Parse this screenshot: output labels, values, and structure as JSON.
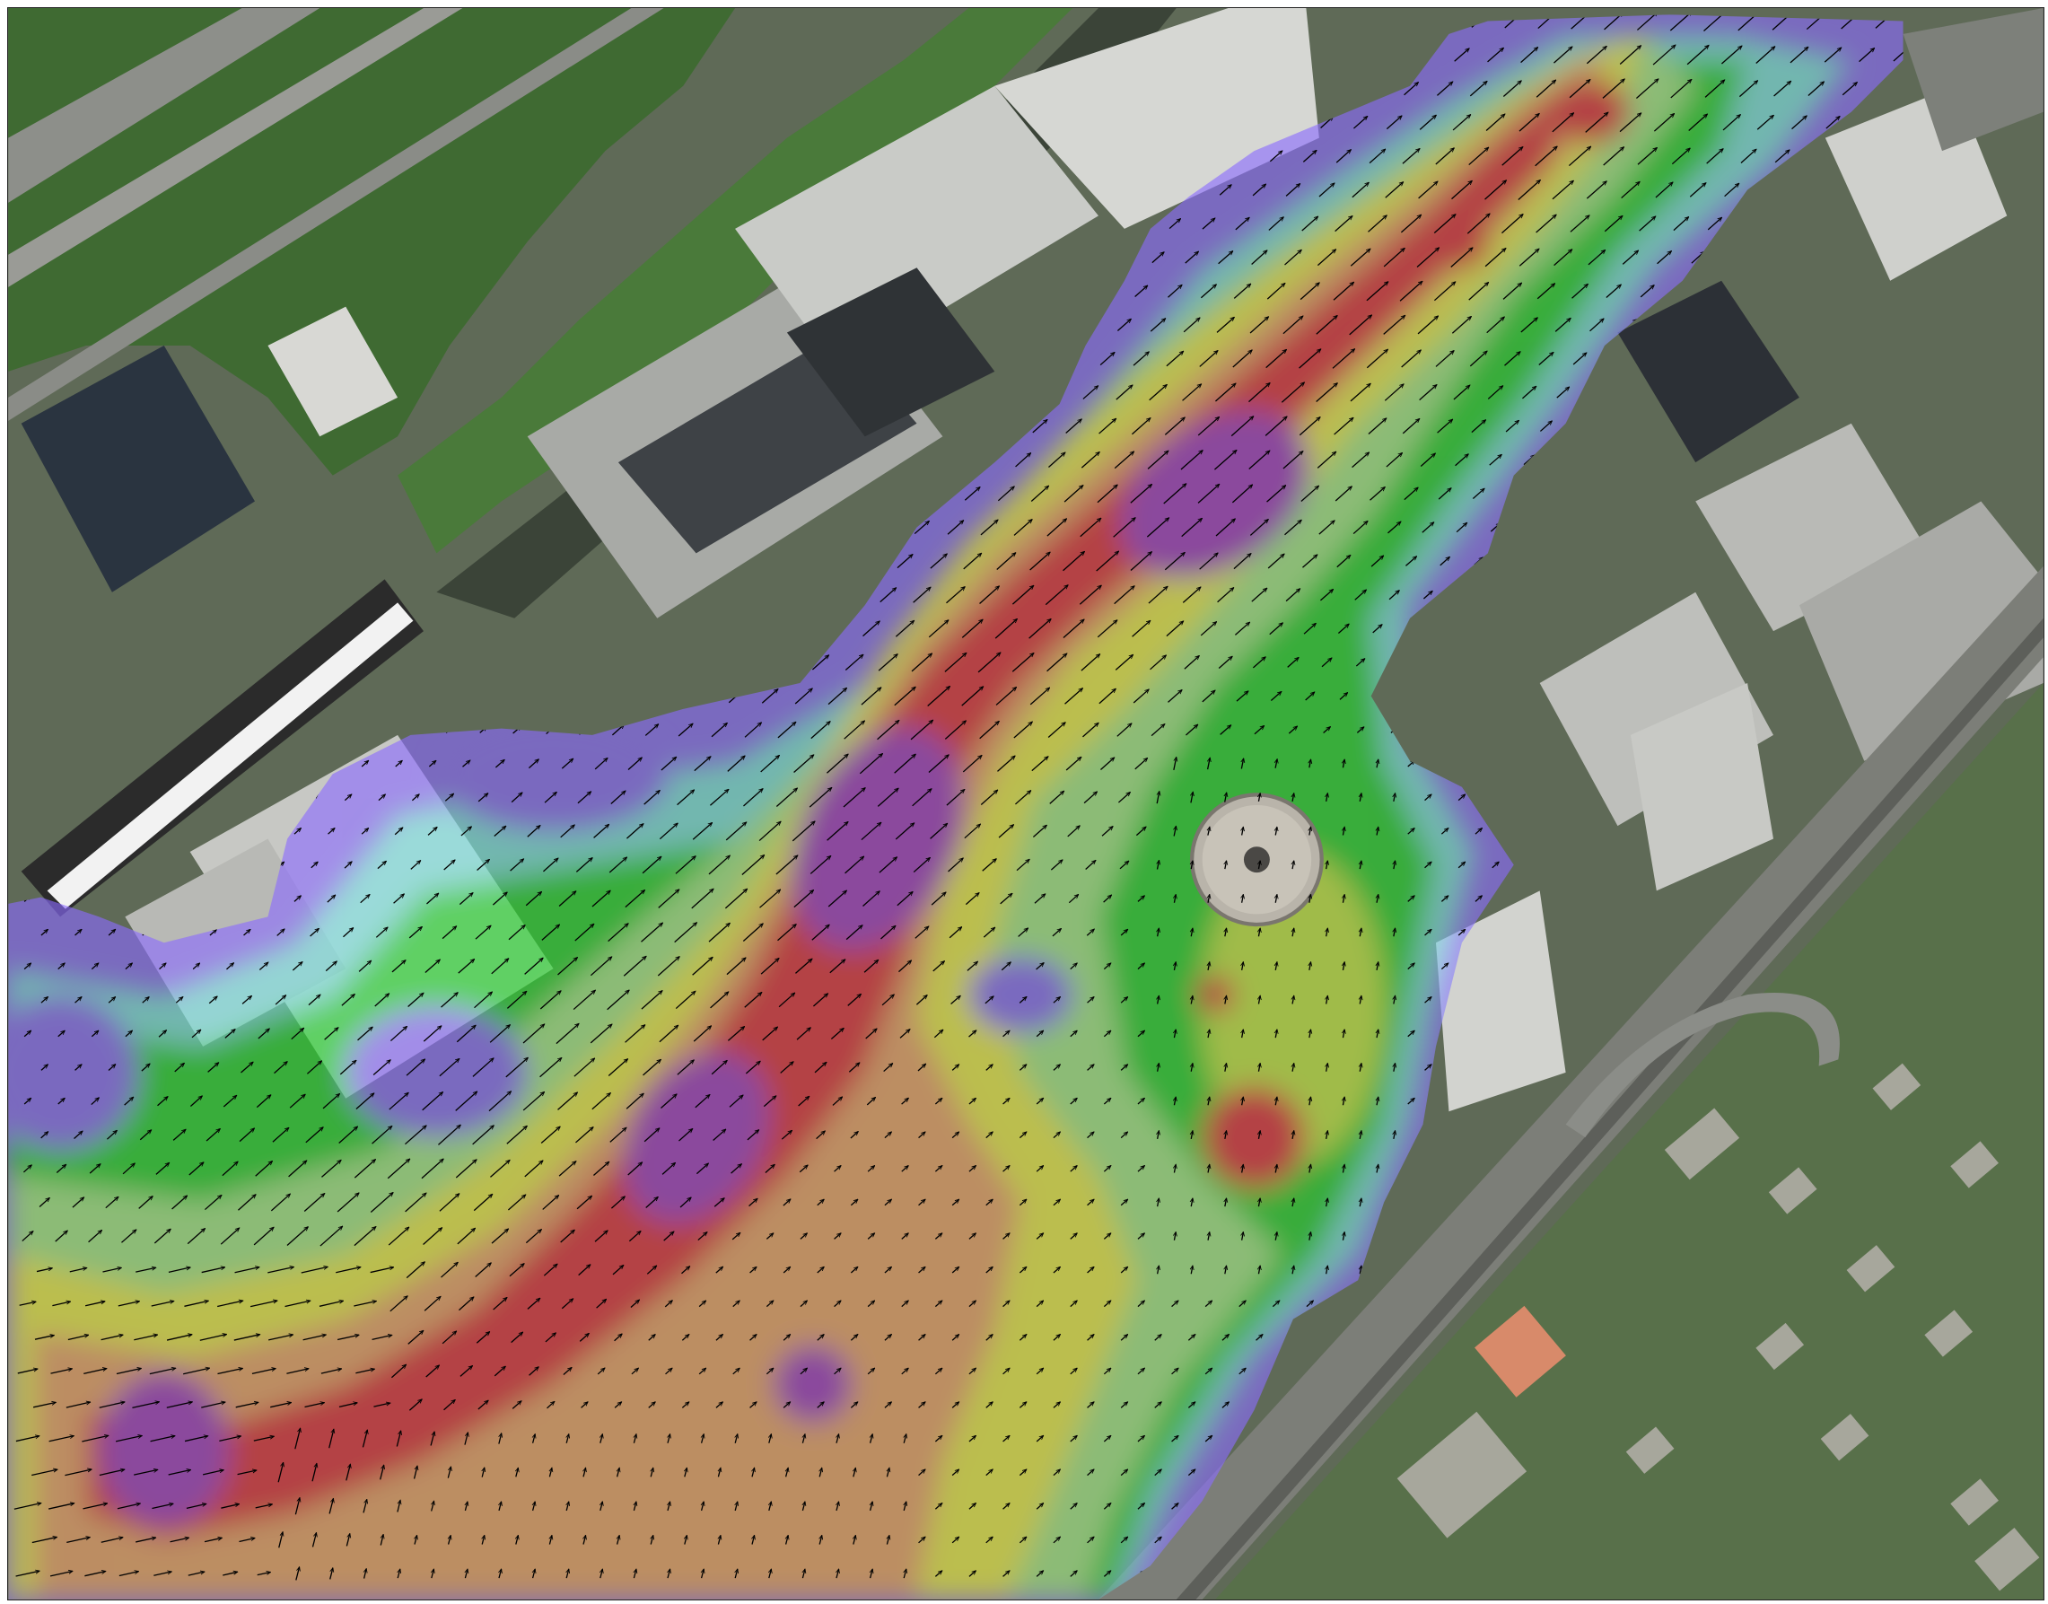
{
  "map": {
    "type": "hydrodynamic-velocity-overlay-on-aerial-imagery",
    "basemap": "aerial-satellite",
    "labels_visible": false,
    "overlay": {
      "kind": "filled-contours",
      "opacity": 0.6,
      "color_ramp": [
        "#8c6bff",
        "#7fe6e6",
        "#22d62a",
        "#a8ee8a",
        "#f4f24a",
        "#f5a46a",
        "#e8293a",
        "#a634c8"
      ],
      "vector_field": {
        "kind": "flow-arrows",
        "color": "#000000"
      }
    },
    "features": {
      "vegetation": "vegetation",
      "highway": "highway",
      "rail_corridor": "rail-corridor",
      "river_channel": "river-channel",
      "industrial_buildings": "industrial-buildings",
      "storage_tank": "storage-tank",
      "residential_area": "residential-area",
      "temple": "temple"
    }
  }
}
